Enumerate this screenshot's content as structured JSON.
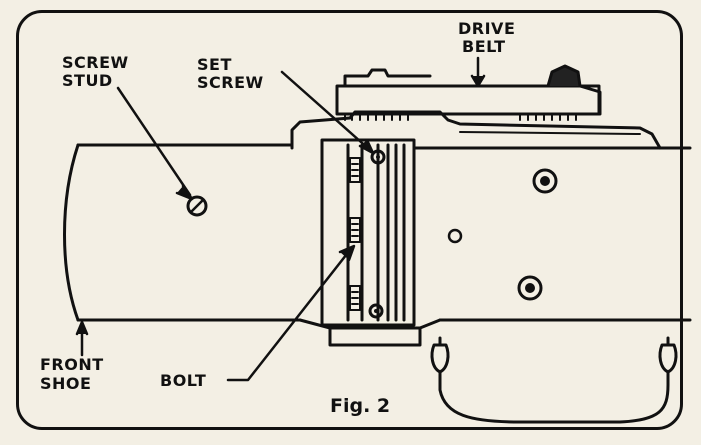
{
  "labels": {
    "screw_stud": [
      "SCREW",
      "STUD"
    ],
    "set_screw": [
      "SET",
      "SCREW"
    ],
    "drive_belt": [
      "DRIVE",
      "BELT"
    ],
    "front_shoe": [
      "FRONT",
      "SHOE"
    ],
    "bolt": "BOLT"
  },
  "caption": "Fig. 2"
}
